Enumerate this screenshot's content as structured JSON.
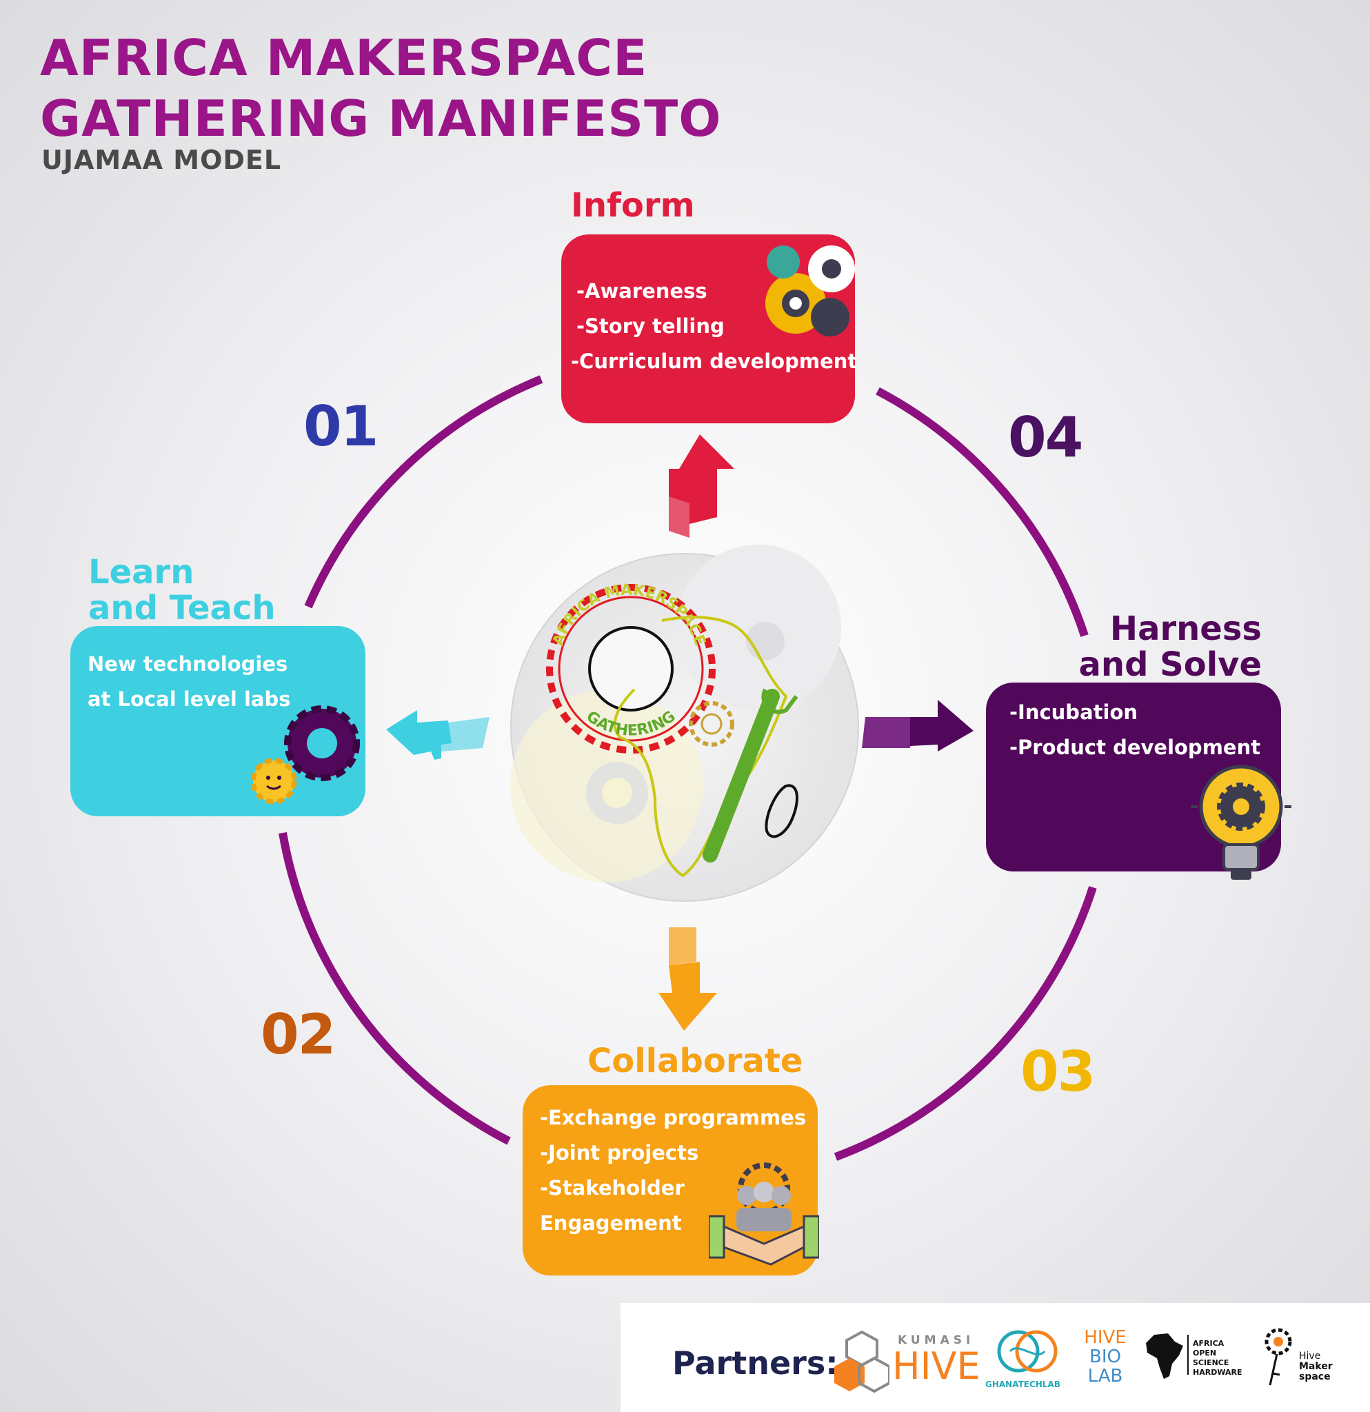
{
  "header": {
    "title_line1": "AFRICA MAKERSPACE",
    "title_line2": "GATHERING MANIFESTO",
    "subtitle": "UJAMAA MODEL"
  },
  "stages": {
    "inform": {
      "number": "01",
      "title": "Inform",
      "items": [
        "-Awareness",
        "-Story telling",
        "-Curriculum development"
      ],
      "color": "#e11d3f",
      "number_color": "#2d3aa8"
    },
    "learn": {
      "number": "02",
      "title_line1": "Learn",
      "title_line2": "and Teach",
      "items": [
        "New technologies",
        "at Local level labs"
      ],
      "color": "#3ecfe0",
      "number_color": "#c45a10"
    },
    "collaborate": {
      "number": "03",
      "title": "Collaborate",
      "items": [
        "-Exchange  programmes",
        "-Joint projects",
        "-Stakeholder",
        "Engagement"
      ],
      "color": "#f7a115",
      "number_color": "#f2b705"
    },
    "harness": {
      "number": "04",
      "title_line1": "Harness",
      "title_line2": "and Solve",
      "items": [
        "-Incubation",
        "-Product development"
      ],
      "color": "#52085a",
      "number_color": "#4a1260"
    }
  },
  "center_logo": {
    "arc_top": "AFRICA MAKERSPACE",
    "arc_bottom": "GATHERING"
  },
  "partners": {
    "label": "Partners:",
    "logos": [
      {
        "name": "kumasi-hive",
        "top": "KUMASI",
        "main": "HIVE"
      },
      {
        "name": "ghana-tech-lab",
        "main": "GHANATECHLAB"
      },
      {
        "name": "hive-bio-lab",
        "line1": "HIVE",
        "line2": "BIO",
        "line3": "LAB"
      },
      {
        "name": "africa-open-science-hardware",
        "line1": "AFRICA",
        "line2": "OPEN SCIENCE",
        "line3": "HARDWARE"
      },
      {
        "name": "hive-maker-space",
        "line1": "Hive",
        "line2": "Maker",
        "line3": "space"
      }
    ]
  },
  "colors": {
    "ring": "#8c1080",
    "title": "#9a1587",
    "subtitle": "#4a4a4a",
    "partners_label": "#1f2350"
  }
}
